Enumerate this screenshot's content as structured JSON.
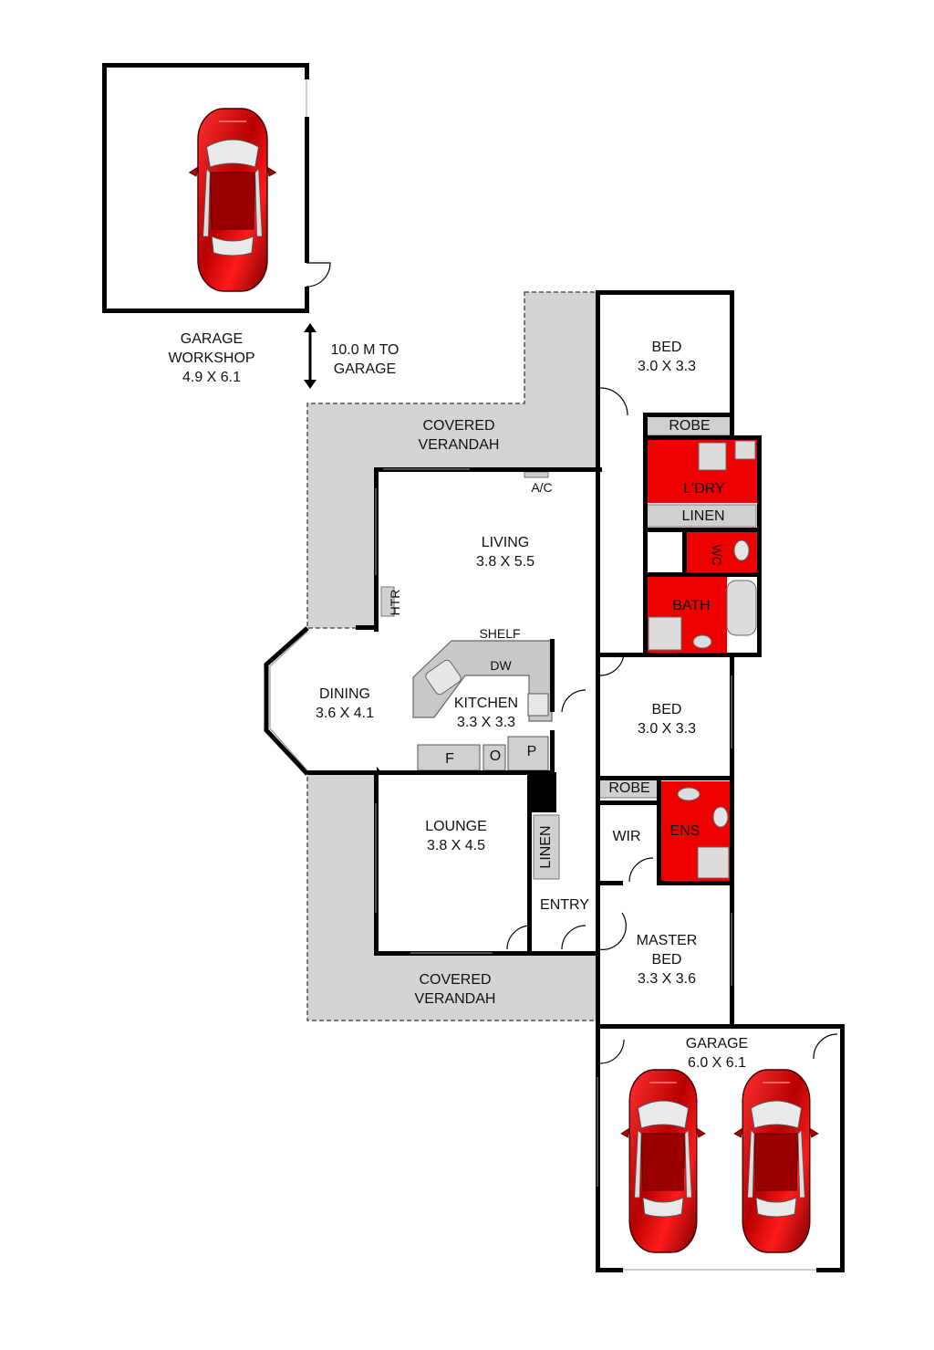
{
  "colors": {
    "wall": "#000000",
    "verandah": "#d4d4d4",
    "wet_area": "#ee0000",
    "fixture": "#c8c8c8",
    "car_body": "#cc0000",
    "background": "#ffffff"
  },
  "detached_garage": {
    "name": "GARAGE",
    "name2": "WORKSHOP",
    "size": "4.9 X 6.1"
  },
  "distance_note": {
    "line1": "10.0 M TO",
    "line2": "GARAGE"
  },
  "verandah_top": {
    "line1": "COVERED",
    "line2": "VERANDAH"
  },
  "verandah_bottom": {
    "line1": "COVERED",
    "line2": "VERANDAH"
  },
  "rooms": {
    "bed1": {
      "name": "BED",
      "size": "3.0 X 3.3"
    },
    "robe1": "ROBE",
    "laundry": "L'DRY",
    "linen1": "LINEN",
    "wc": "WC",
    "bath": "BATH",
    "living": {
      "name": "LIVING",
      "size": "3.8 X 5.5"
    },
    "ac": "A/C",
    "htr": "HTR",
    "dining": {
      "name": "DINING",
      "size": "3.6 X 4.1"
    },
    "kitchen": {
      "name": "KITCHEN",
      "size": "3.3 X 3.3"
    },
    "shelf": "SHELF",
    "dw": "DW",
    "fridge": "F",
    "oven": "O",
    "pantry": "P",
    "bed2": {
      "name": "BED",
      "size": "3.0 X 3.3"
    },
    "robe2": "ROBE",
    "wir": "WIR",
    "ens": "ENS",
    "lounge": {
      "name": "LOUNGE",
      "size": "3.8 X 4.5"
    },
    "linen2": "LINEN",
    "entry": "ENTRY",
    "master": {
      "name": "MASTER",
      "name2": "BED",
      "size": "3.3 X 3.6"
    },
    "garage": {
      "name": "GARAGE",
      "size": "6.0 X 6.1"
    }
  }
}
